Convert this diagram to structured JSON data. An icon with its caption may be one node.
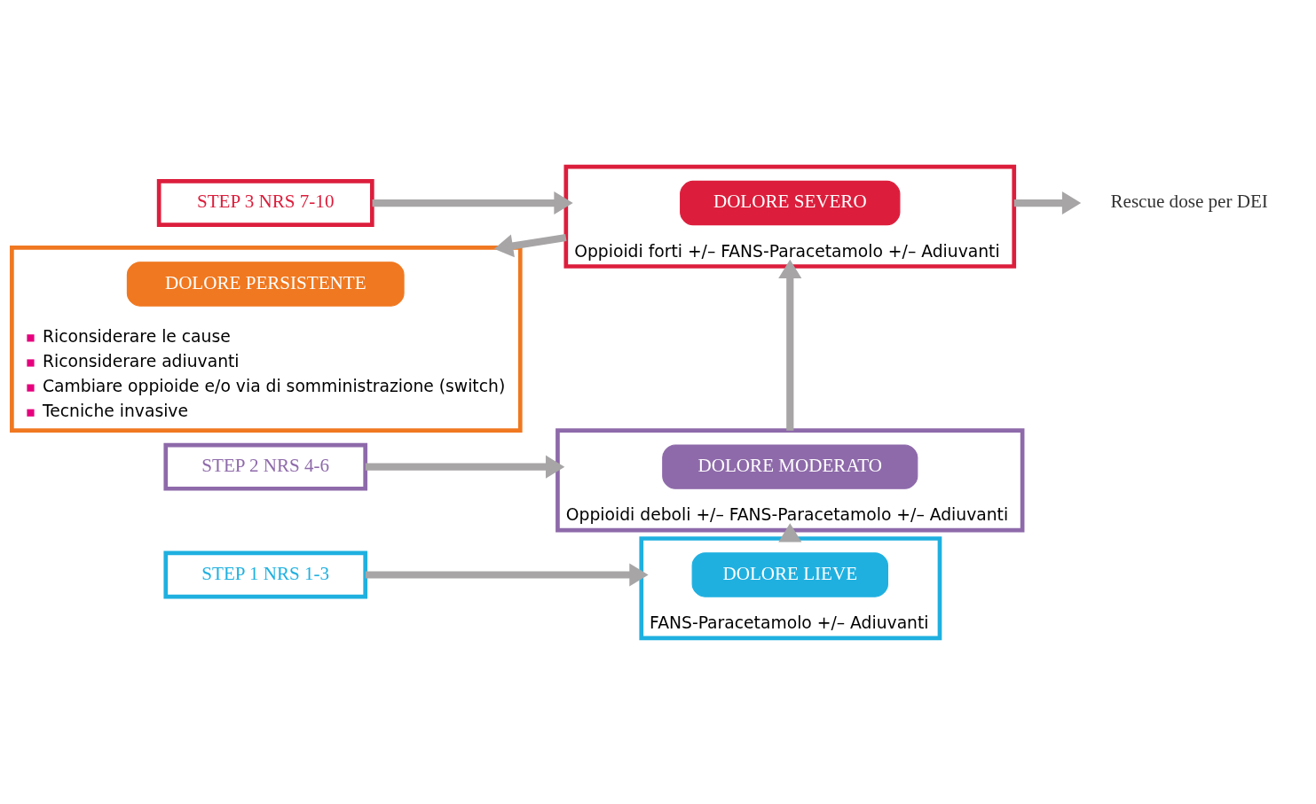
{
  "diagram": {
    "nodes": [
      {
        "text": [
          "STEP 1 NRS 1-3"
        ]
      },
      {
        "text": [
          "FANS-Paracetamolo +/– Adiuvanti"
        ]
      },
      {
        "text": [
          "DOLORE LIEVE"
        ],
        "in": 1
      },
      {
        "text": [
          "STEP 2 NRS 4-6"
        ]
      },
      {
        "text": [
          "Oppioidi deboli +/– FANS-Paracetamolo +/– Adiuvanti"
        ]
      },
      {
        "text": [
          "DOLORE MODERATO"
        ],
        "in": 4
      },
      {
        "text": [
          "STEP 3 NRS 7-10"
        ]
      },
      {
        "text": [
          "Oppioidi forti +/– FANS-Paracetamolo +/– Adiuvanti"
        ]
      },
      {
        "text": [
          "DOLORE SEVERO"
        ],
        "in": 7
      },
      {
        "text": [
          "Rescue dose per DEI"
        ]
      },
      {
        "text": [
          "Riconsiderare le cause",
          "Riconsiderare adiuvanti",
          "Cambiare oppioide e/o via di somministrazione (switch)",
          "Tecniche invasive"
        ]
      },
      {
        "text": [
          "DOLORE PERSISTENTE"
        ],
        "in": 10
      }
    ],
    "edges": [
      {
        "from": 0,
        "to": 1,
        "arrow": "to"
      },
      {
        "from": 1,
        "to": 4,
        "arrow": "to"
      },
      {
        "from": 3,
        "to": 4,
        "arrow": "to"
      },
      {
        "from": 4,
        "to": 7,
        "arrow": "to"
      },
      {
        "from": 6,
        "to": 7,
        "arrow": "to"
      },
      {
        "from": 7,
        "to": 9,
        "arrow": "to"
      },
      {
        "from": 7,
        "to": 10,
        "arrow": "to"
      }
    ]
  }
}
